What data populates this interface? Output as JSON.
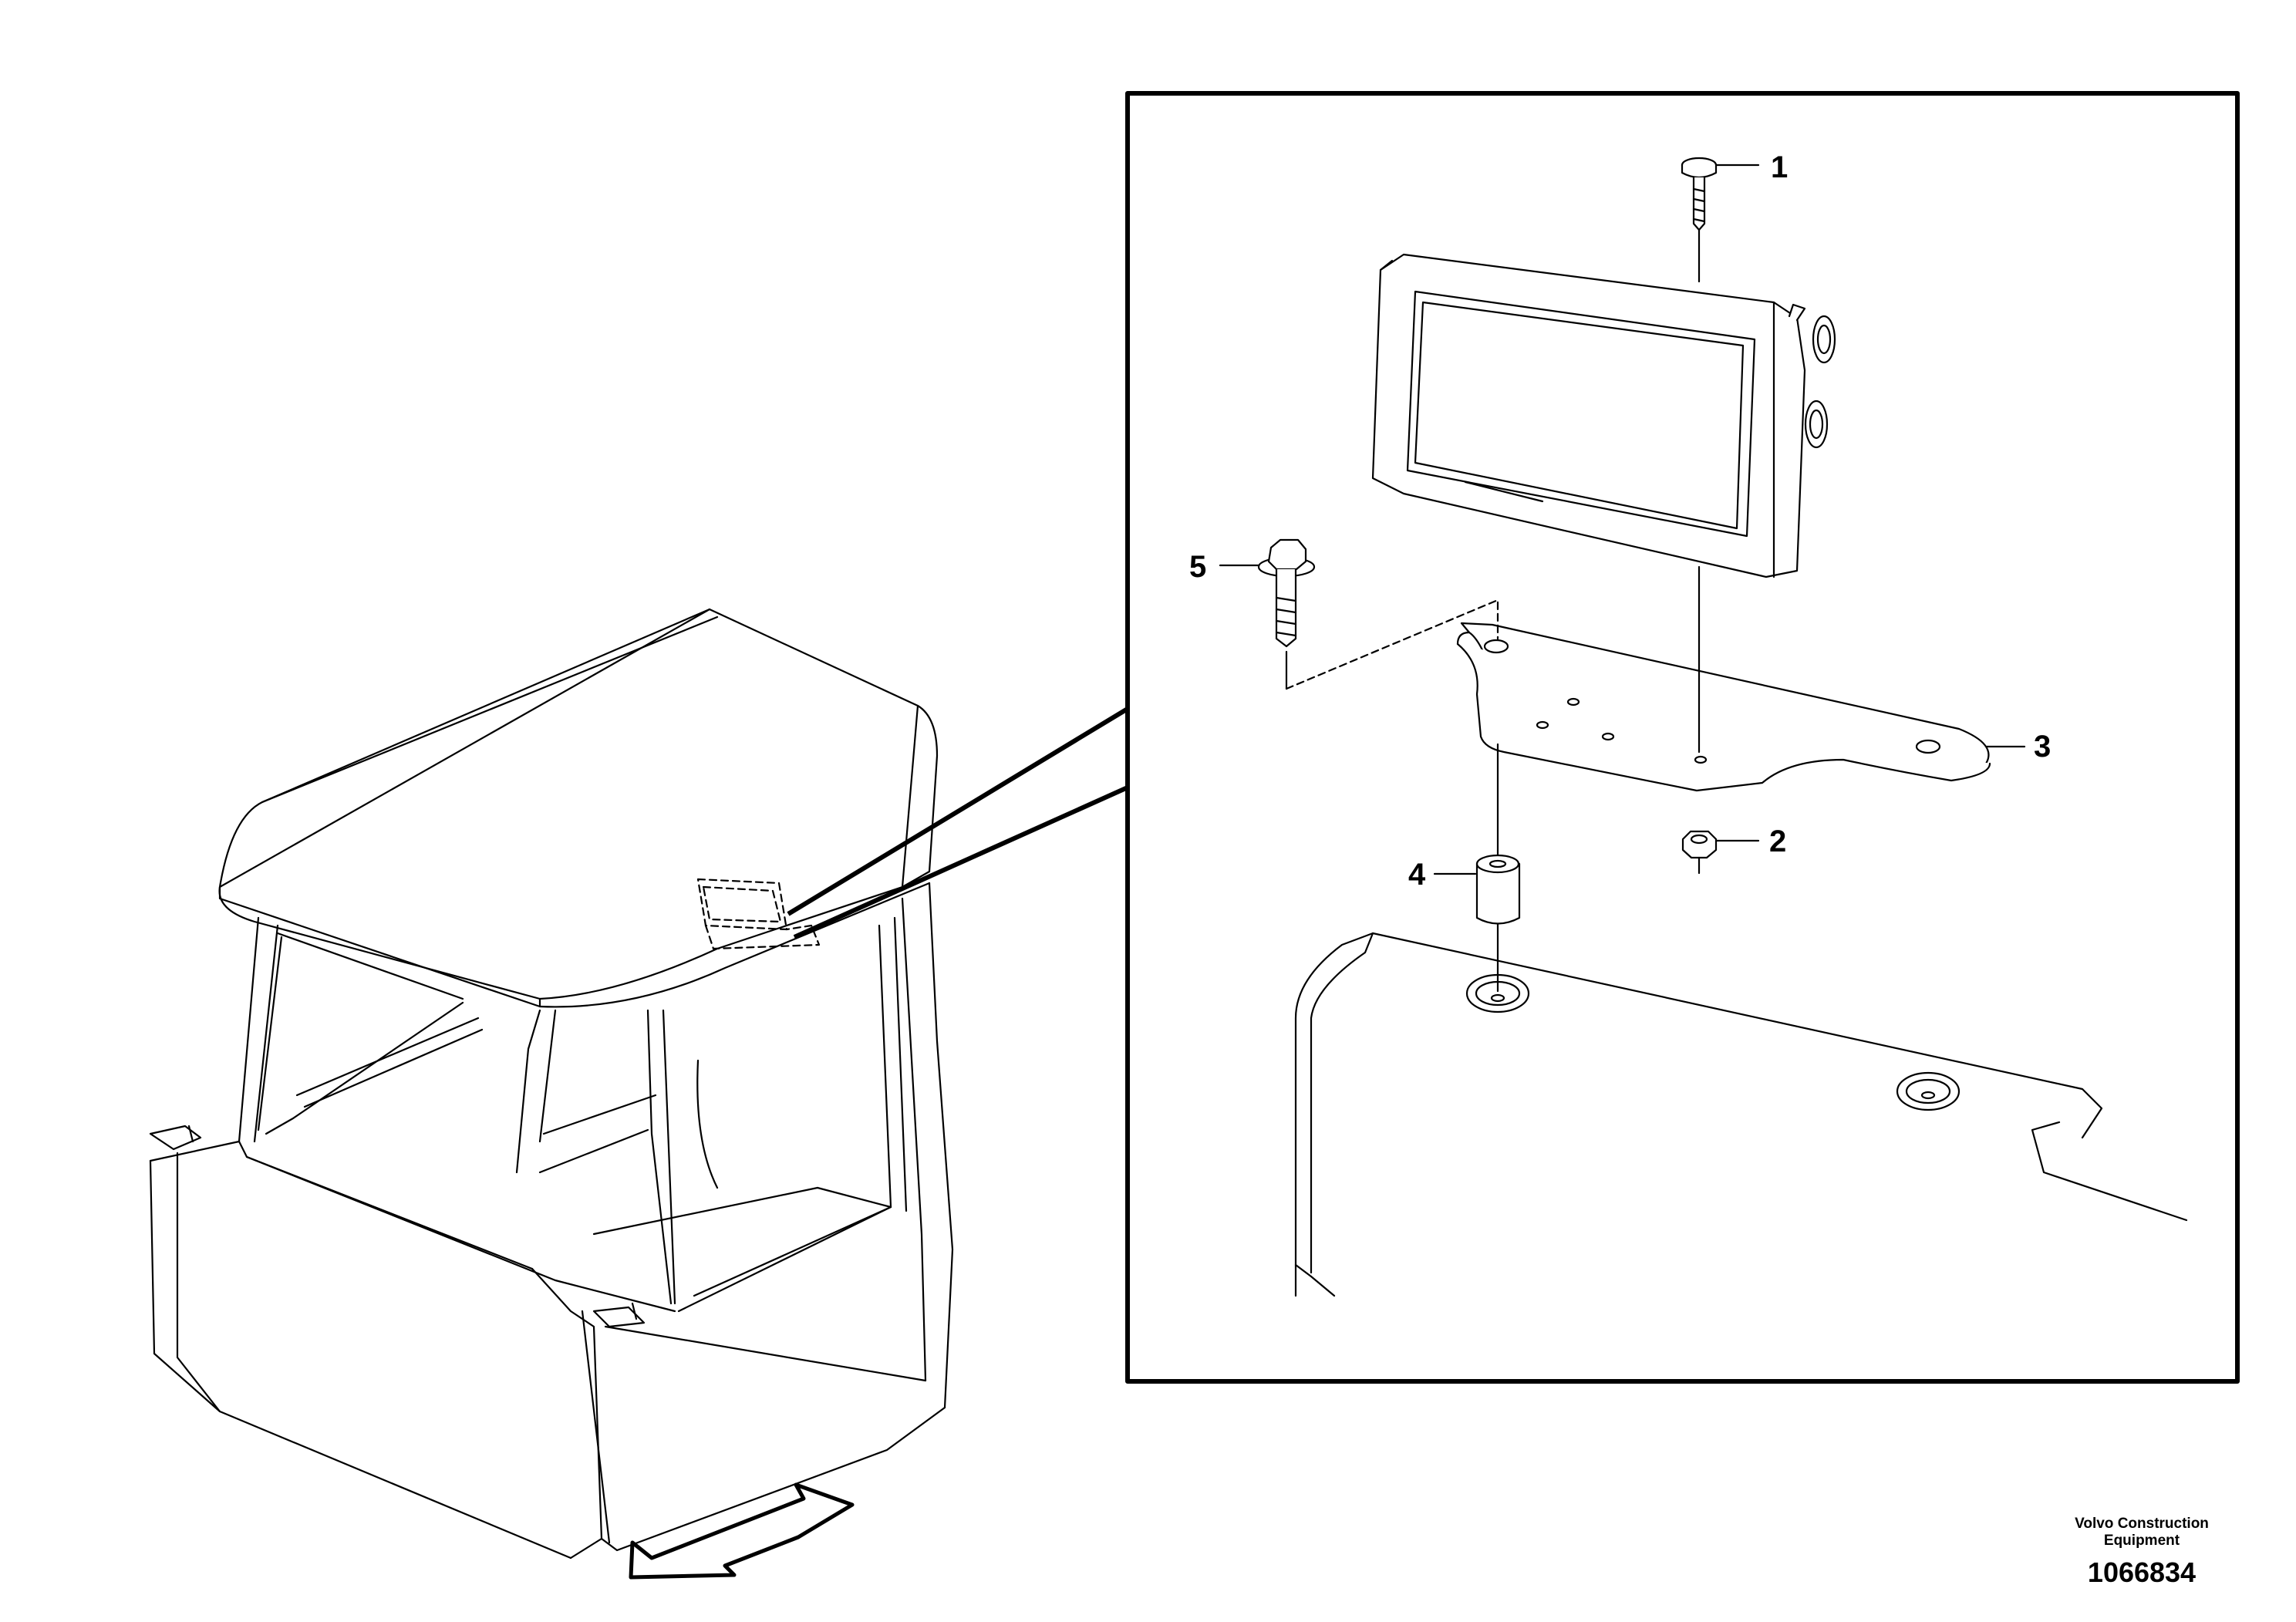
{
  "callouts": [
    {
      "number": "1",
      "part": "bolt"
    },
    {
      "number": "2",
      "part": "nut"
    },
    {
      "number": "3",
      "part": "bracket"
    },
    {
      "number": "4",
      "part": "spacer"
    },
    {
      "number": "5",
      "part": "flange-bolt"
    }
  ],
  "footer": {
    "brand_line1": "Volvo Construction",
    "brand_line2": "Equipment",
    "figure_number": "1066834"
  },
  "icons": {
    "direction_arrow": "forward-arrow-icon"
  }
}
